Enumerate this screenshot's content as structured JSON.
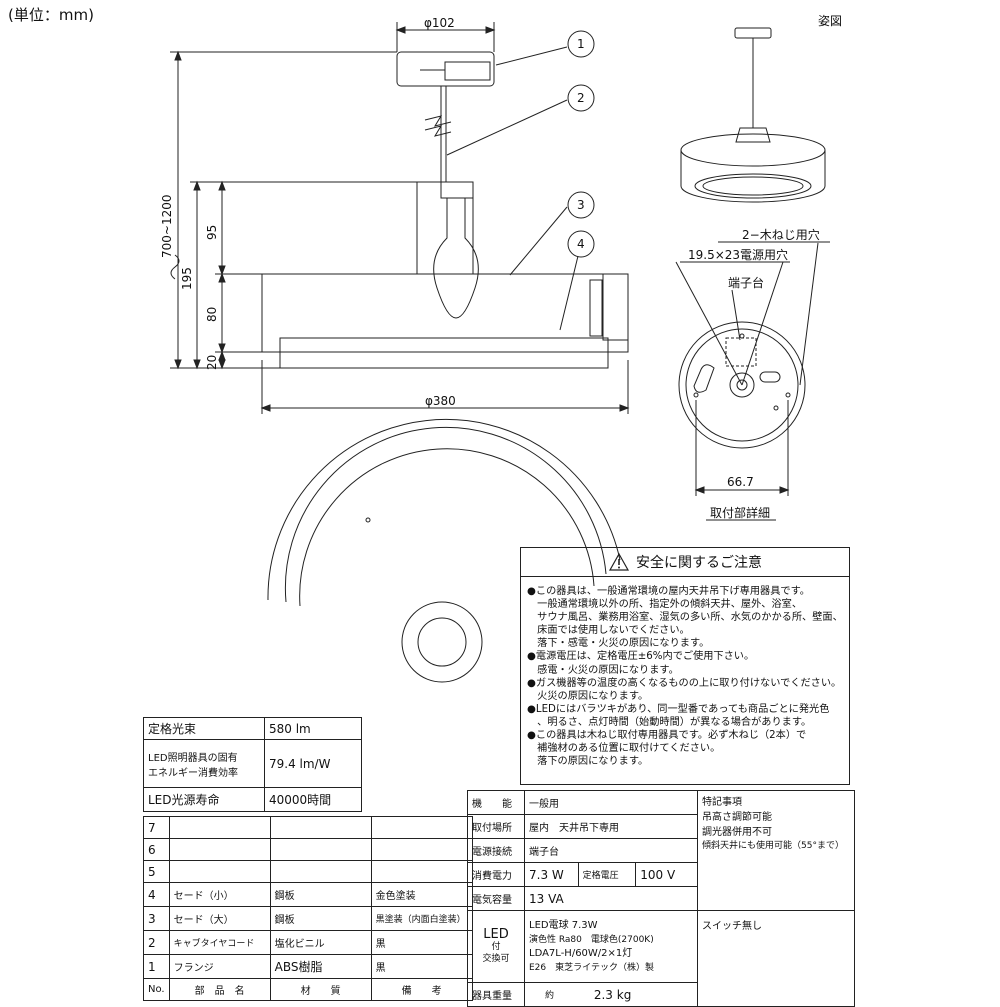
{
  "header": {
    "unit_label": "(単位：mm)",
    "figure_label": "姿図"
  },
  "dimensions": {
    "dia_102": "φ102",
    "dia_380": "φ380",
    "height_range": "700~1200",
    "d195": "195",
    "d95": "95",
    "d80": "80",
    "d20": "20",
    "screw_holes": "2−木ねじ用穴",
    "power_hole": "19.5×23電源用穴",
    "terminal": "端子台",
    "d667": "66.7",
    "mount_detail": "取付部詳細"
  },
  "callouts": [
    "1",
    "2",
    "3",
    "4"
  ],
  "notice": {
    "title": "安全に関するご注意",
    "lines": [
      "●この器具は、一般通常環境の屋内天井吊下げ専用器具です。",
      "　一般通常環境以外の所、指定外の傾斜天井、屋外、浴室、",
      "　サウナ風呂、業務用浴室、湿気の多い所、水気のかかる所、壁面、",
      "　床面では使用しないでください。",
      "　落下・感電・火災の原因になります。",
      "●電源電圧は、定格電圧±6%内でご使用下さい。",
      "　感電・火災の原因になります。",
      "●ガス機器等の温度の高くなるものの上に取り付けないでください。",
      "　火災の原因になります。",
      "●LEDにはバラツキがあり、同一型番であっても商品ごとに発光色",
      "　、明るさ、点灯時間（始動時間）が異なる場合があります。",
      "●この器具は木ねじ取付専用器具です。必ず木ねじ（2本）で",
      "　補強材のある位置に取付けてください。",
      "　落下の原因になります。"
    ]
  },
  "spec_top": [
    {
      "label": "定格光束",
      "value": "580 lm"
    },
    {
      "label": "LED照明器具の固有エネルギー消費効率",
      "label1": "LED照明器具の固有",
      "label2": "エネルギー消費効率",
      "value": "79.4 lm/W"
    },
    {
      "label": "LED光源寿命",
      "value": "40000時間"
    }
  ],
  "parts": {
    "rows": [
      {
        "no": "7",
        "name": "",
        "material": "",
        "note": ""
      },
      {
        "no": "6",
        "name": "",
        "material": "",
        "note": ""
      },
      {
        "no": "5",
        "name": "",
        "material": "",
        "note": ""
      },
      {
        "no": "4",
        "name": "セード（小）",
        "material": "鋼板",
        "note": "金色塗装"
      },
      {
        "no": "3",
        "name": "セード（大）",
        "material": "鋼板",
        "note": "黒塗装（内面白塗装）"
      },
      {
        "no": "2",
        "name": "キャブタイヤコード",
        "material": "塩化ビニル",
        "note": "黒"
      },
      {
        "no": "1",
        "name": "フランジ",
        "material": "ABS樹脂",
        "note": "黒"
      }
    ],
    "headers": {
      "no": "No.",
      "name": "部　品　名",
      "material": "材　　質",
      "note": "備　　考"
    }
  },
  "specs": {
    "function_label": "機　　能",
    "function": "一般用",
    "location_label": "取付場所",
    "location": "屋内　天井吊下専用",
    "connection_label": "電源接続",
    "connection": "端子台",
    "power_label": "消費電力",
    "power": "7.3 W",
    "rated_voltage_label": "定格電圧",
    "rated_voltage": "100 V",
    "capacity_label": "電気容量",
    "capacity": "13 VA",
    "led_label_1": "LED",
    "led_label_2": "付",
    "led_label_3": "交換可",
    "led_line1": "LED電球 7.3W",
    "led_line2": "演色性 Ra80　電球色(2700K)",
    "led_line3": "LDA7L-H/60W/2×1灯",
    "led_line4": "E26　東芝ライテック（株）製",
    "weight_label": "器具重量",
    "weight_prefix": "約",
    "weight": "2.3 kg",
    "special_title": "特記事項",
    "special_lines": [
      "吊高さ調節可能",
      "調光器併用不可",
      "傾斜天井にも使用可能（55°まで）"
    ],
    "switch": "スイッチ無し"
  }
}
